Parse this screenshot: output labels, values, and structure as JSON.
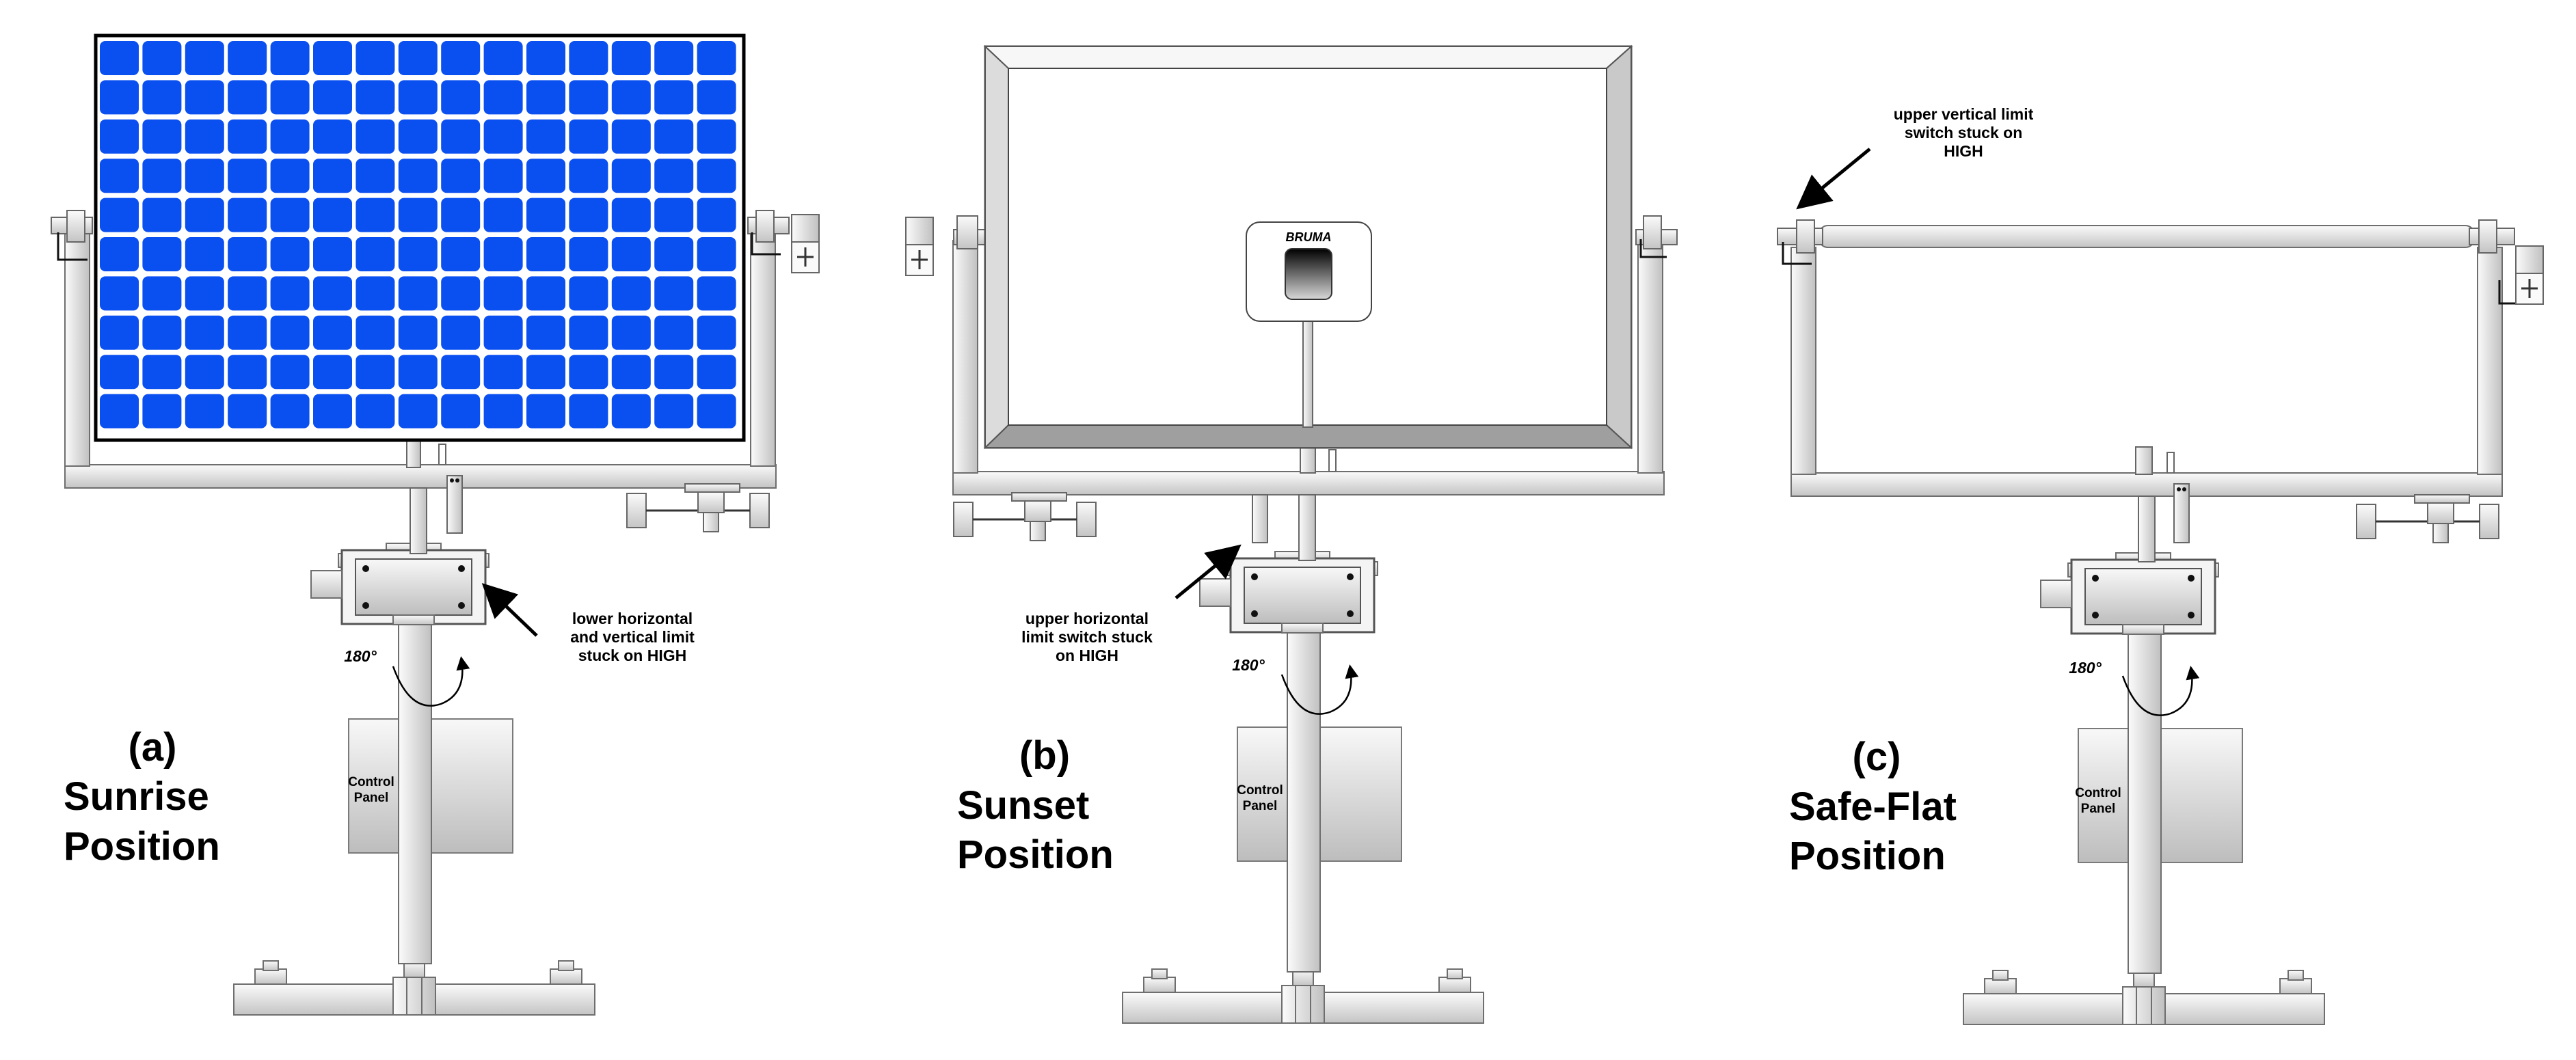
{
  "figures": [
    {
      "id": "a",
      "letter": "(a)",
      "line1": "Sunrise",
      "line2": "Position",
      "annotation": [
        "lower horizontal",
        "and vertical limit",
        "stuck on HIGH"
      ],
      "rotation_label": "180°",
      "control_panel": [
        "Control",
        "Panel"
      ]
    },
    {
      "id": "b",
      "letter": "(b)",
      "line1": "Sunset",
      "line2": "Position",
      "annotation": [
        "upper horizontal",
        "limit switch stuck",
        "on HIGH"
      ],
      "rotation_label": "180°",
      "control_panel": [
        "Control",
        "Panel"
      ],
      "brand_label": "BRUMA"
    },
    {
      "id": "c",
      "letter": "(c)",
      "line1": "Safe-Flat",
      "line2": "Position",
      "annotation": [
        "upper vertical limit",
        "switch stuck on",
        "HIGH"
      ],
      "rotation_label": "180°",
      "control_panel": [
        "Control",
        "Panel"
      ]
    }
  ],
  "colors": {
    "solar_cell": "#0a4ff0",
    "metal_light": "#f2f2f2",
    "metal_dark": "#b8b8b8",
    "outline": "#6e6e6e"
  }
}
